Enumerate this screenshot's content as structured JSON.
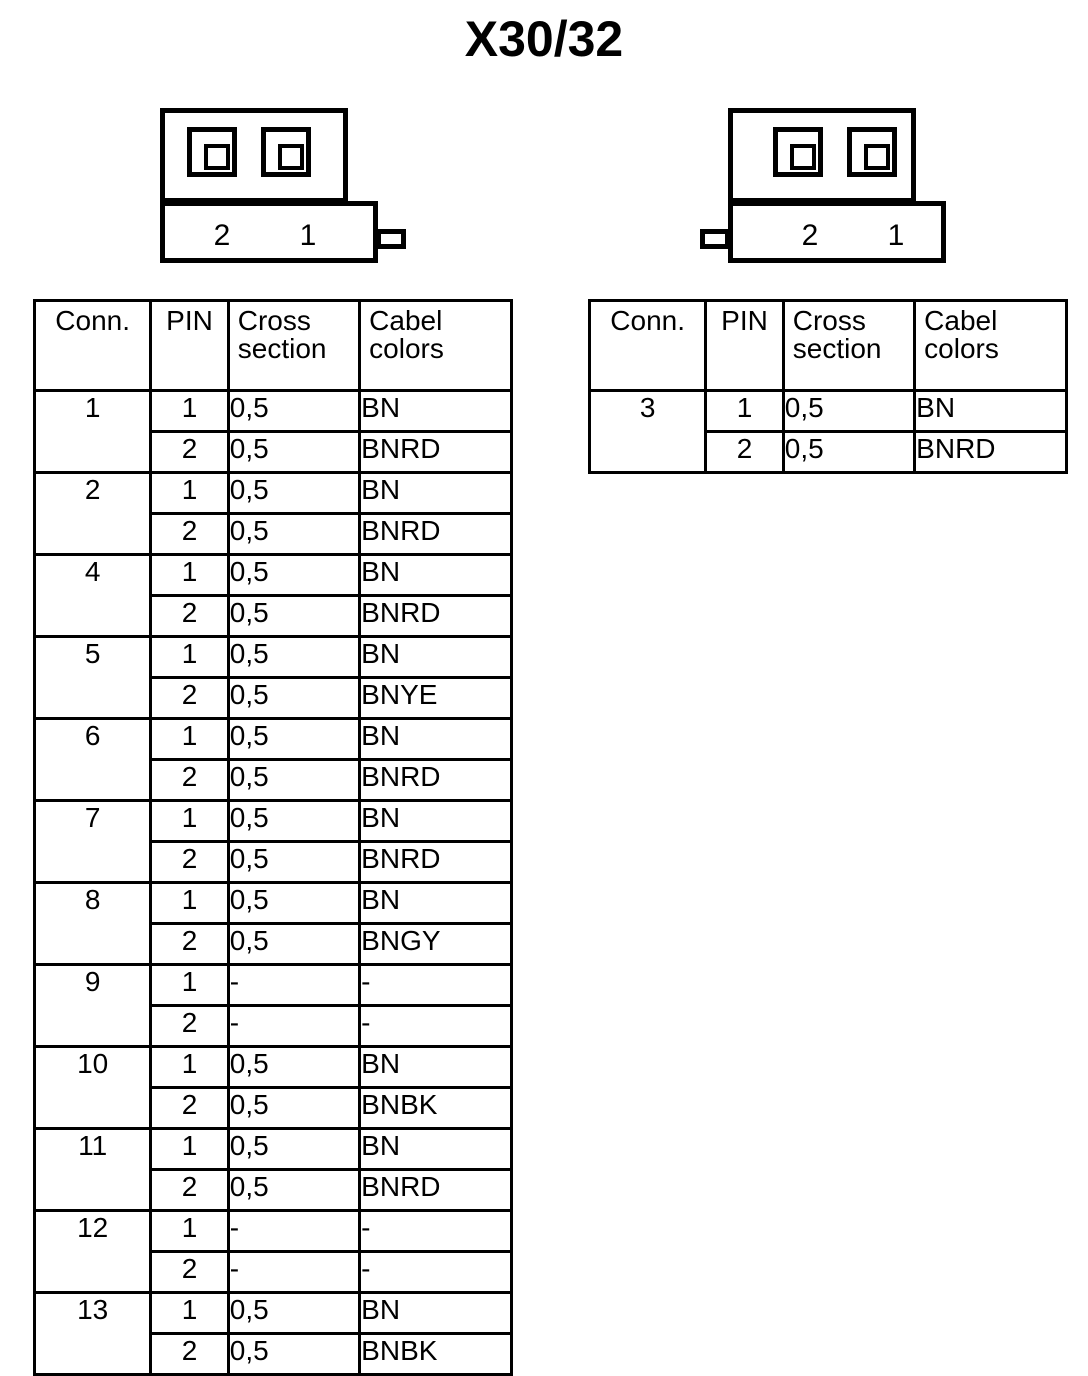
{
  "title": "X30/32",
  "connectors": [
    {
      "name": "connector-left",
      "pins": [
        "2",
        "1"
      ],
      "tab_side": "right"
    },
    {
      "name": "connector-right",
      "pins": [
        "2",
        "1"
      ],
      "tab_side": "left"
    }
  ],
  "tables": [
    {
      "name": "wire-table-left",
      "headers": [
        "Conn.",
        "PIN",
        "Cross section",
        "Cabel colors"
      ],
      "header_lines": {
        "conn": "Conn.",
        "pin": "PIN",
        "cross_1": "Cross",
        "cross_2": "section",
        "cabel_1": "Cabel",
        "cabel_2": "colors"
      },
      "rows": [
        {
          "conn": "1",
          "pins": [
            {
              "pin": "1",
              "cross_section": "0,5",
              "color": "BN"
            },
            {
              "pin": "2",
              "cross_section": "0,5",
              "color": "BNRD"
            }
          ]
        },
        {
          "conn": "2",
          "pins": [
            {
              "pin": "1",
              "cross_section": "0,5",
              "color": "BN"
            },
            {
              "pin": "2",
              "cross_section": "0,5",
              "color": "BNRD"
            }
          ]
        },
        {
          "conn": "4",
          "pins": [
            {
              "pin": "1",
              "cross_section": "0,5",
              "color": "BN"
            },
            {
              "pin": "2",
              "cross_section": "0,5",
              "color": "BNRD"
            }
          ]
        },
        {
          "conn": "5",
          "pins": [
            {
              "pin": "1",
              "cross_section": "0,5",
              "color": "BN"
            },
            {
              "pin": "2",
              "cross_section": "0,5",
              "color": "BNYE"
            }
          ]
        },
        {
          "conn": "6",
          "pins": [
            {
              "pin": "1",
              "cross_section": "0,5",
              "color": "BN"
            },
            {
              "pin": "2",
              "cross_section": "0,5",
              "color": "BNRD"
            }
          ]
        },
        {
          "conn": "7",
          "pins": [
            {
              "pin": "1",
              "cross_section": "0,5",
              "color": "BN"
            },
            {
              "pin": "2",
              "cross_section": "0,5",
              "color": "BNRD"
            }
          ]
        },
        {
          "conn": "8",
          "pins": [
            {
              "pin": "1",
              "cross_section": "0,5",
              "color": "BN"
            },
            {
              "pin": "2",
              "cross_section": "0,5",
              "color": "BNGY"
            }
          ]
        },
        {
          "conn": "9",
          "pins": [
            {
              "pin": "1",
              "cross_section": "-",
              "color": "-"
            },
            {
              "pin": "2",
              "cross_section": "-",
              "color": "-"
            }
          ]
        },
        {
          "conn": "10",
          "pins": [
            {
              "pin": "1",
              "cross_section": "0,5",
              "color": "BN"
            },
            {
              "pin": "2",
              "cross_section": "0,5",
              "color": "BNBK"
            }
          ]
        },
        {
          "conn": "11",
          "pins": [
            {
              "pin": "1",
              "cross_section": "0,5",
              "color": "BN"
            },
            {
              "pin": "2",
              "cross_section": "0,5",
              "color": "BNRD"
            }
          ]
        },
        {
          "conn": "12",
          "pins": [
            {
              "pin": "1",
              "cross_section": "-",
              "color": "-"
            },
            {
              "pin": "2",
              "cross_section": "-",
              "color": "-"
            }
          ]
        },
        {
          "conn": "13",
          "pins": [
            {
              "pin": "1",
              "cross_section": "0,5",
              "color": "BN"
            },
            {
              "pin": "2",
              "cross_section": "0,5",
              "color": "BNBK"
            }
          ]
        }
      ]
    },
    {
      "name": "wire-table-right",
      "headers": [
        "Conn.",
        "PIN",
        "Cross section",
        "Cabel colors"
      ],
      "header_lines": {
        "conn": "Conn.",
        "pin": "PIN",
        "cross_1": "Cross",
        "cross_2": "section",
        "cabel_1": "Cabel",
        "cabel_2": "colors"
      },
      "rows": [
        {
          "conn": "3",
          "pins": [
            {
              "pin": "1",
              "cross_section": "0,5",
              "color": "BN"
            },
            {
              "pin": "2",
              "cross_section": "0,5",
              "color": "BNRD"
            }
          ]
        }
      ]
    }
  ],
  "colors": {
    "ink": "#000000",
    "paper": "#ffffff"
  }
}
